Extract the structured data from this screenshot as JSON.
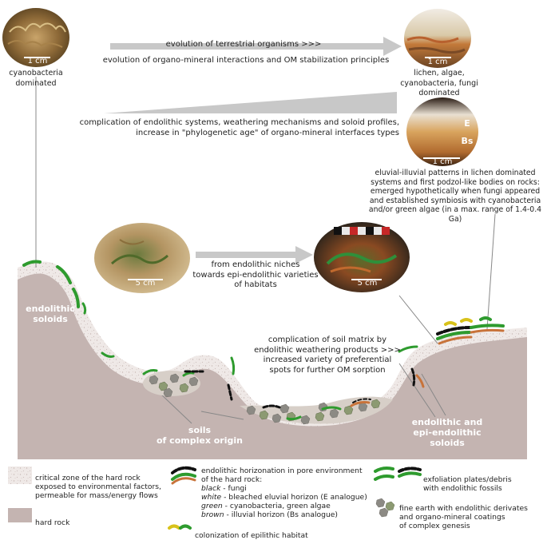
{
  "top": {
    "arrow_line1": "evolution of terrestrial organisms >>>",
    "arrow_line2": "evolution of organo-mineral interactions and OM stabilization principles",
    "left_photo_label": "cyanobacteria\ndominated",
    "left_scale": "1 cm",
    "right_photo_label": "lichen, algae,\ncyanobacteria, fungi\ndominated",
    "right_scale": "1 cm"
  },
  "complication": {
    "line1": "complication of endolithic systems, weathering mechanisms and soloid profiles,",
    "line2": "increase in \"phylogenetic age\" of organo-mineral interfaces types"
  },
  "podzol": {
    "label_E": "E",
    "label_Bs": "Bs",
    "scale": "1 cm",
    "caption": "eluvial-illuvial patterns in lichen dominated\nsystems and first podzol-like bodies on rocks:\nemerged hypothetically when fungi appeared\nand established symbiosis with cyanobacteria\nand/or green algae (in a max. range of 1.4-0.4 Ga)"
  },
  "middle": {
    "left_scale": "5 cm",
    "right_scale": "5 cm",
    "arrow_text": "from endolithic niches\ntowards epi-endolithic varieties\nof habitats"
  },
  "landscape": {
    "endolithic_soloids": "endolithic\nsoloids",
    "soils_complex": "soils\nof complex origin",
    "epi_endolithic": "endolithic and\nepi-endolithic\nsoloids",
    "matrix_text": "complication of soil matrix by\nendolithic weathering products >>>\nincreased variety of preferential\nspots for further OM sorption"
  },
  "legend": {
    "critical_zone": "critical zone of the hard rock\nexposed to environmental factors,\npermeable for mass/energy flows",
    "hard_rock": "hard rock",
    "horizon_intro": "endolithic horizonation in pore environment\nof the hard rock:",
    "black_key": "black",
    "black_val": " - fungi",
    "white_key": "white",
    "white_val": " - bleached eluvial horizon (E analogue)",
    "green_key": "green",
    "green_val": " - cyanobacteria, green algae",
    "brown_key": "brown",
    "brown_val": " - illuvial horizon (Bs analogue)",
    "colonization": "colonization of epilithic habitat",
    "exfoliation": "exfoliation plates/debris\nwith endolithic fossils",
    "fine_earth": "fine earth with endolithic derivates\nand organo-mineral coatings\nof complex genesis"
  },
  "colors": {
    "hard_rock": "#c4b4b1",
    "critical_zone": "#ece6e4",
    "fungi": "#111111",
    "cyano": "#2e9b2e",
    "illuvial": "#c8733a",
    "epilithic": "#d8c21a",
    "arrow_gray": "#c8c8c8"
  }
}
